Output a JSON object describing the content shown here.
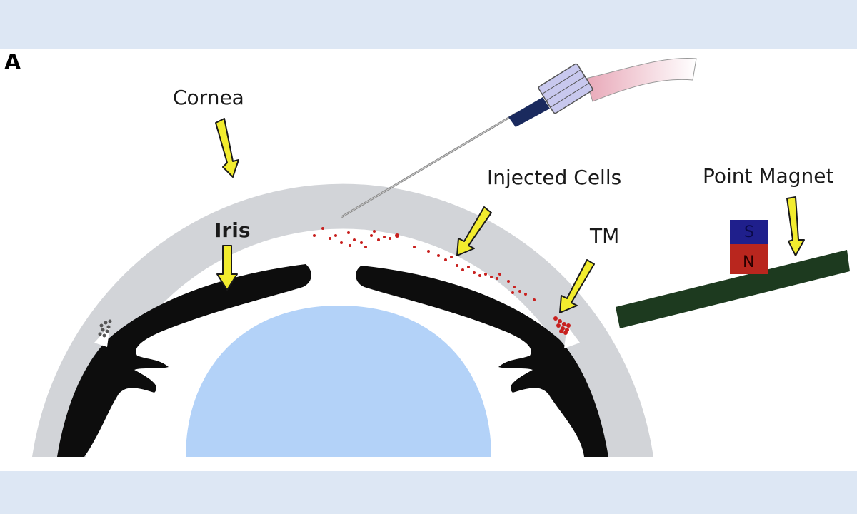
{
  "figure": {
    "panel_letter": "A",
    "labels": {
      "cornea": "Cornea",
      "iris": "Iris",
      "injected_cells": "Injected Cells",
      "tm": "TM",
      "point_magnet": "Point Magnet"
    },
    "magnet": {
      "south_pole": "S",
      "north_pole": "N"
    },
    "colors": {
      "background": "#dde7f4",
      "cornea": "#d2d4d8",
      "iris": "#0d0d0d",
      "lens": "#b3d2f8",
      "arrow": "#f2ec2e",
      "cells": "#c8201e",
      "magnet_south": "#1f1f8c",
      "magnet_north": "#b9261e",
      "magnet_bar": "#1d3a1f",
      "needle_hub": "#c8c8ee",
      "tubing": "#f3c9d4"
    },
    "icons": [
      "syringe-needle-icon",
      "magnet-icon",
      "arrow-icon"
    ]
  }
}
